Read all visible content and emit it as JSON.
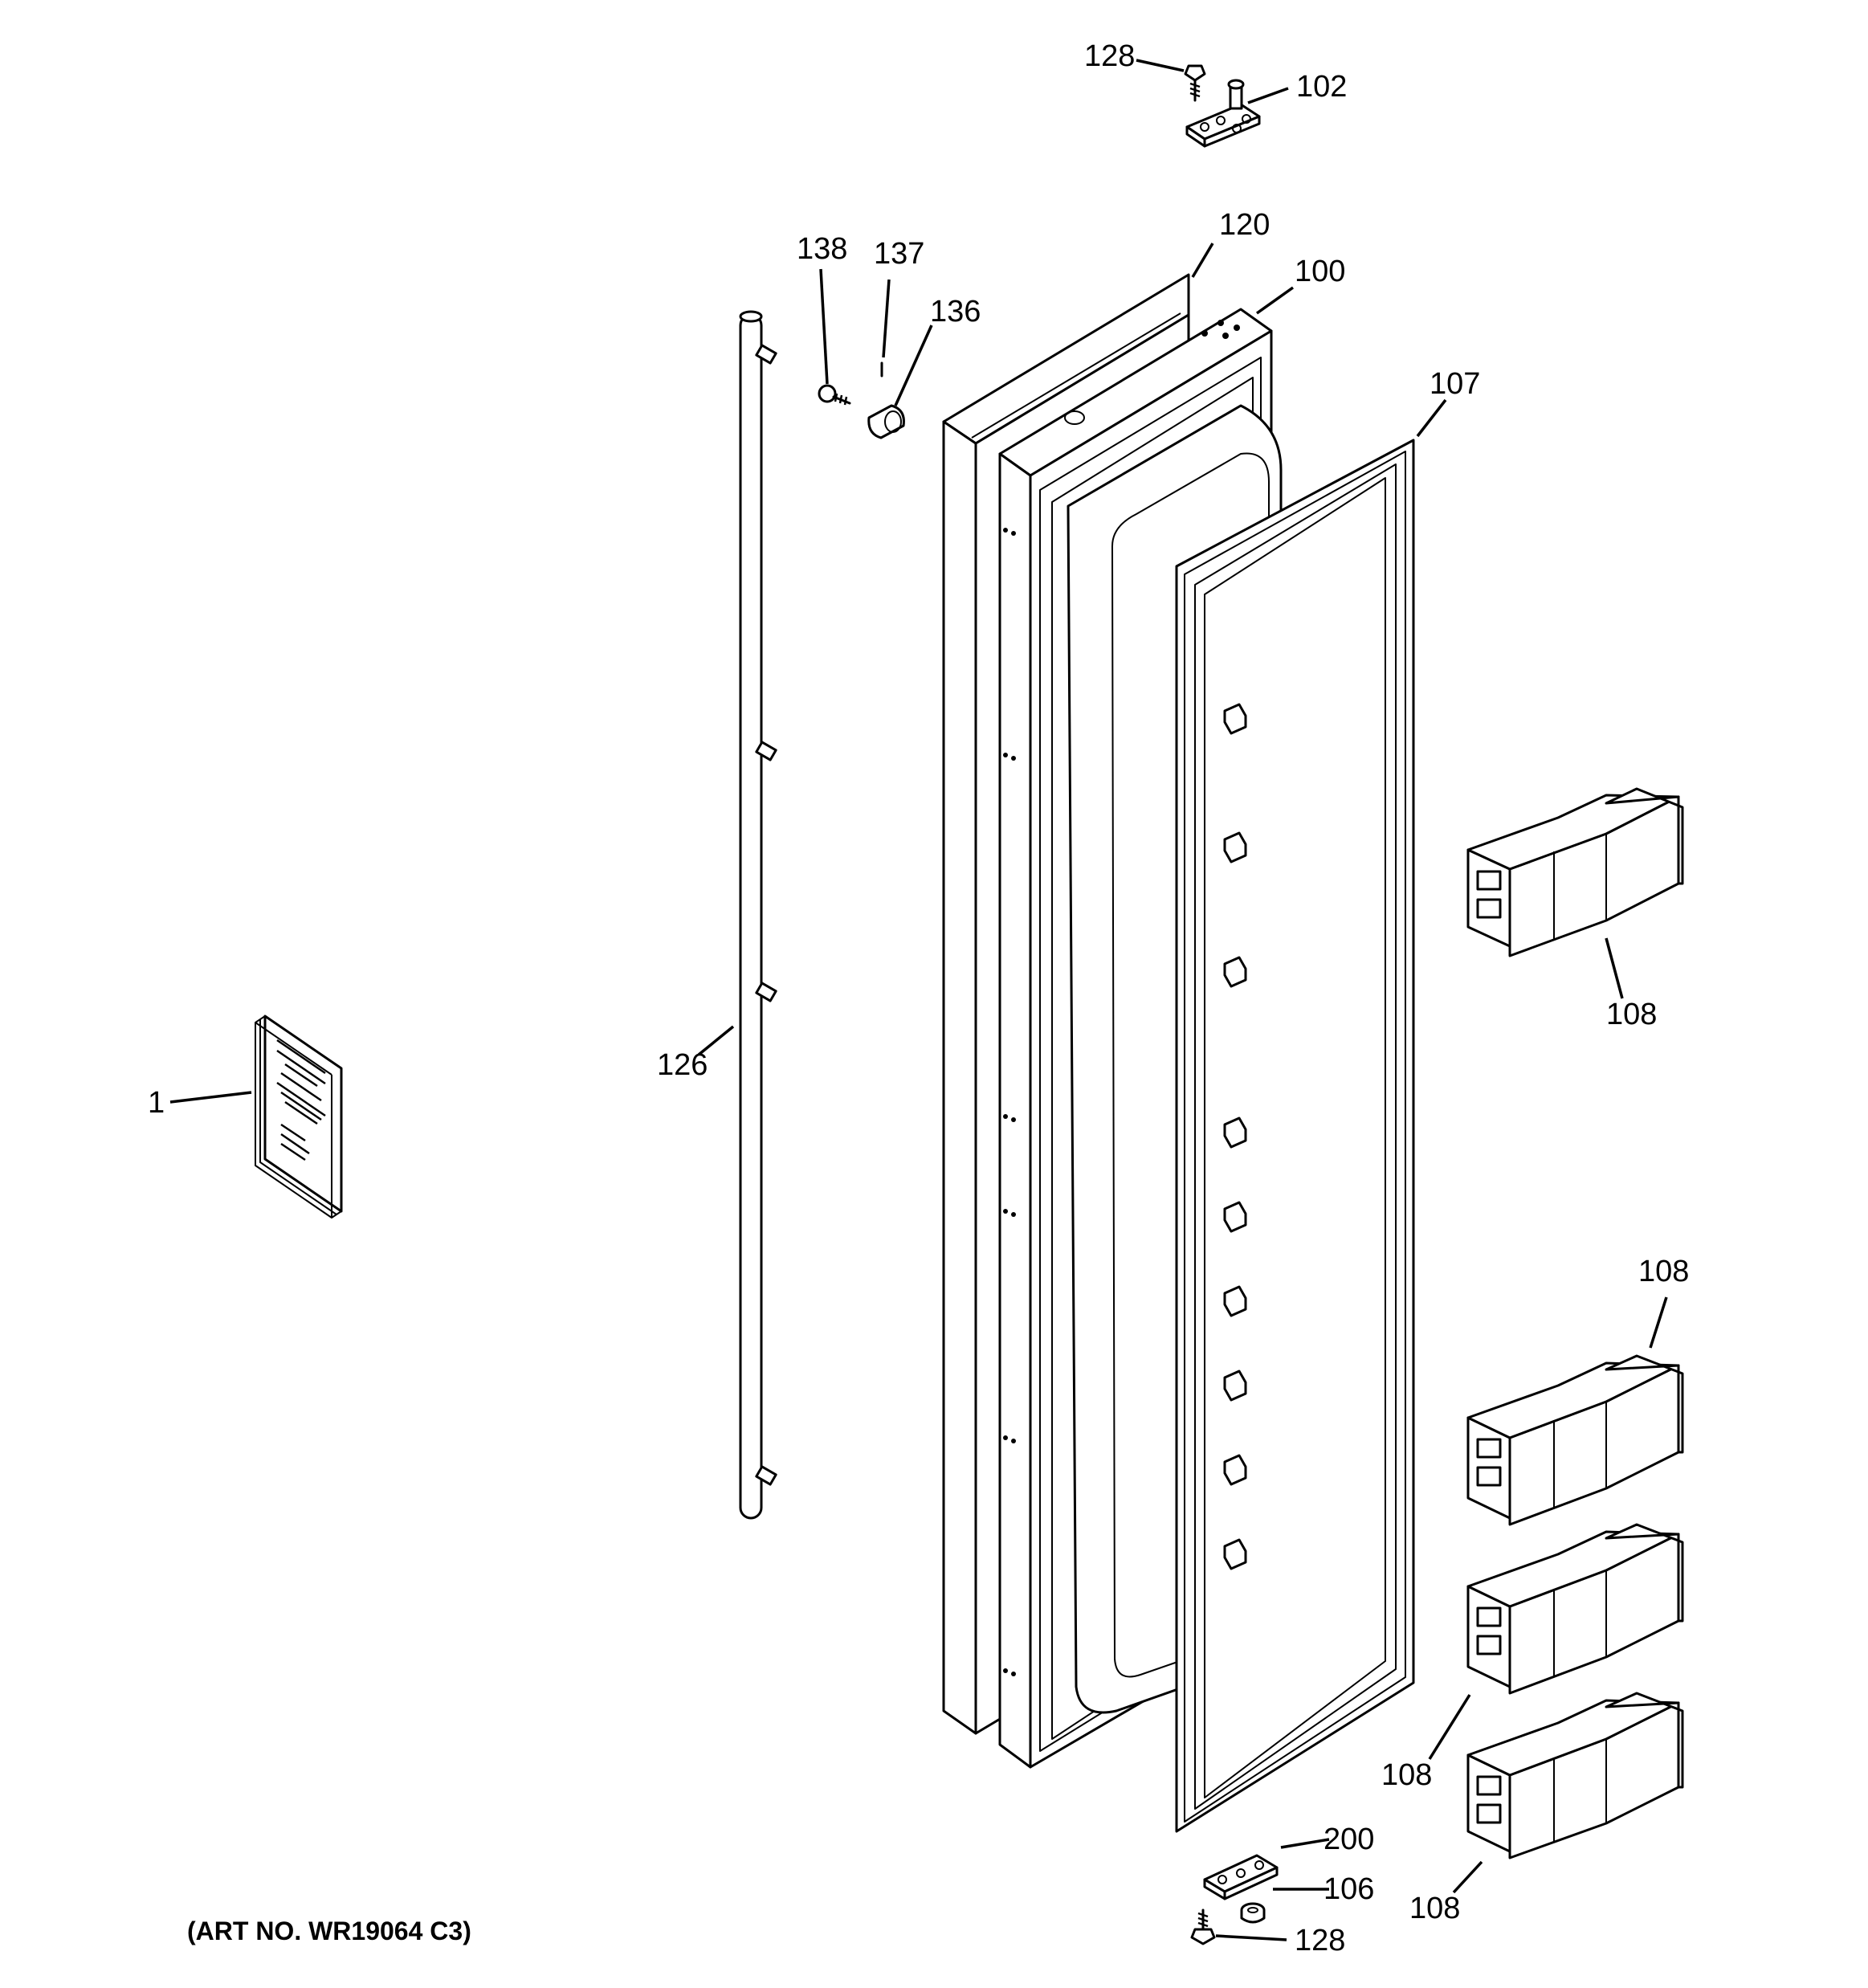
{
  "callouts": {
    "c1": "1",
    "c100": "100",
    "c102": "102",
    "c106": "106",
    "c107": "107",
    "c108a": "108",
    "c108b": "108",
    "c108c": "108",
    "c108d": "108",
    "c120": "120",
    "c126": "126",
    "c128a": "128",
    "c128b": "128",
    "c136": "136",
    "c137": "137",
    "c138": "138",
    "c200": "200"
  },
  "caption": "(ART NO. WR19064 C3)"
}
